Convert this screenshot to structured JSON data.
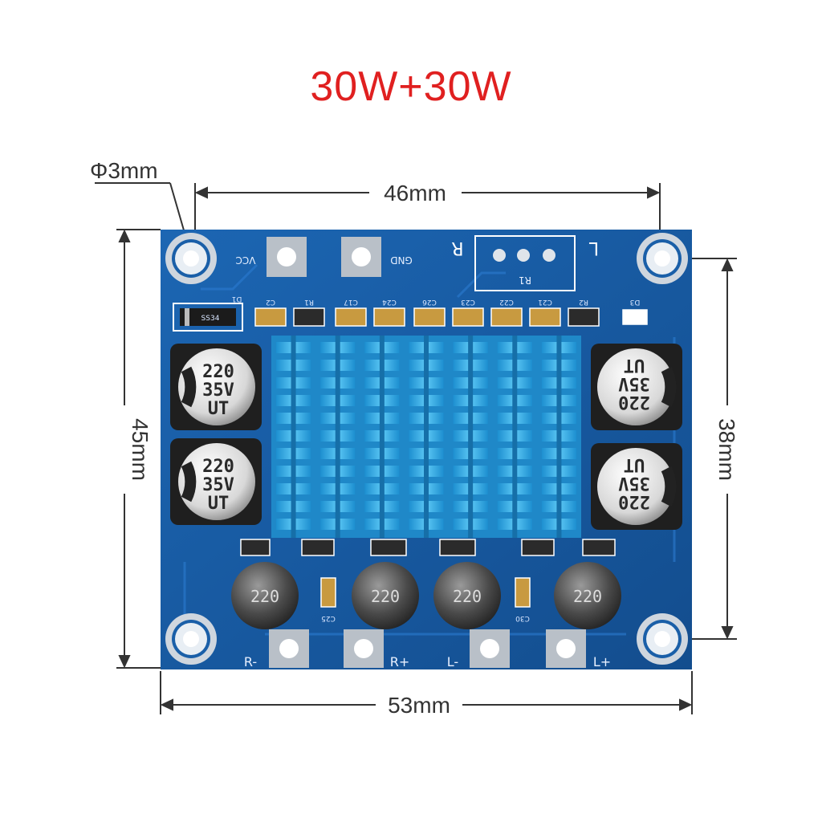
{
  "title": "30W+30W",
  "dimensions": {
    "hole_diameter": "Φ3mm",
    "hole_spacing_horizontal": "46mm",
    "board_width": "53mm",
    "board_height": "45mm",
    "hole_spacing_vertical": "38mm"
  },
  "silkscreen": {
    "vcc": "VCC",
    "gnd": "GND",
    "r_channel": "R",
    "l_channel": "L",
    "pot_label": "R1",
    "d1": "D1",
    "d3": "D3",
    "c2": "C2",
    "r1": "R1",
    "c17": "C17",
    "c24": "C24",
    "c26": "C26",
    "c23": "C23",
    "c22": "C22",
    "c21": "C21",
    "r2": "R2",
    "c25": "C25",
    "c30": "C30",
    "out_r_minus": "R-",
    "out_r_plus": "R+",
    "out_l_minus": "L-",
    "out_l_plus": "L+",
    "diode_marking": "SS34"
  },
  "capacitors": [
    {
      "value": "220",
      "voltage": "35V",
      "brand": "UT"
    },
    {
      "value": "220",
      "voltage": "35V",
      "brand": "UT"
    },
    {
      "value": "220",
      "voltage": "35V",
      "brand": "UT"
    },
    {
      "value": "220",
      "voltage": "35V",
      "brand": "UT"
    }
  ],
  "inductors": [
    "220",
    "220",
    "220",
    "220"
  ],
  "colors": {
    "pcb": "#1a5fa8",
    "heatsink": "#2aa3e0",
    "title": "#e02020"
  }
}
